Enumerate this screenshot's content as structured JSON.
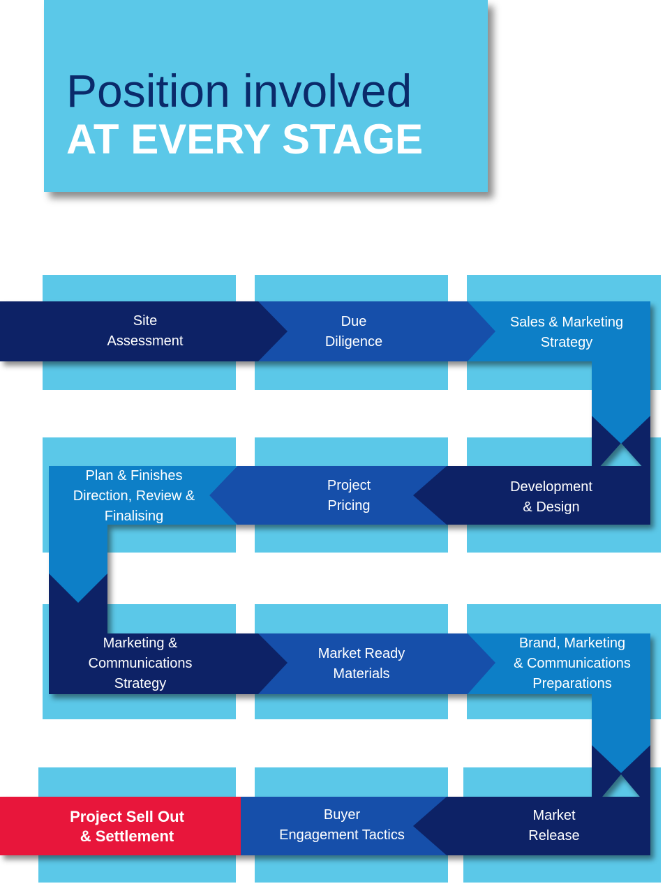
{
  "title": {
    "line1": "Position involved",
    "line2": "AT EVERY STAGE"
  },
  "stages": [
    {
      "id": "site-assessment",
      "lines": [
        "Site",
        "Assessment"
      ]
    },
    {
      "id": "due-diligence",
      "lines": [
        "Due",
        "Diligence"
      ]
    },
    {
      "id": "sales-marketing-strategy",
      "lines": [
        "Sales & Marketing",
        "Strategy"
      ]
    },
    {
      "id": "development-design",
      "lines": [
        "Development",
        "& Design"
      ]
    },
    {
      "id": "project-pricing",
      "lines": [
        "Project",
        "Pricing"
      ]
    },
    {
      "id": "plan-finishes",
      "lines": [
        "Plan & Finishes",
        "Direction, Review &",
        "Finalising"
      ]
    },
    {
      "id": "marketing-communications-strategy",
      "lines": [
        "Marketing &",
        "Communications",
        "Strategy"
      ]
    },
    {
      "id": "market-ready-materials",
      "lines": [
        "Market Ready",
        "Materials"
      ]
    },
    {
      "id": "brand-marketing-preparations",
      "lines": [
        "Brand, Marketing",
        "& Communications",
        "Preparations"
      ]
    },
    {
      "id": "market-release",
      "lines": [
        "Market",
        "Release"
      ]
    },
    {
      "id": "buyer-engagement-tactics",
      "lines": [
        "Buyer",
        "Engagement Tactics"
      ]
    },
    {
      "id": "project-sell-out",
      "lines": [
        "Project Sell Out",
        "& Settlement"
      ]
    }
  ],
  "colors": {
    "light_blue": "#5bc8e8",
    "navy": "#0b2466",
    "royal_blue": "#1450aa",
    "mid_blue": "#0a7fc7",
    "red": "#e8173a",
    "title_dark": "#0a2a6a"
  }
}
